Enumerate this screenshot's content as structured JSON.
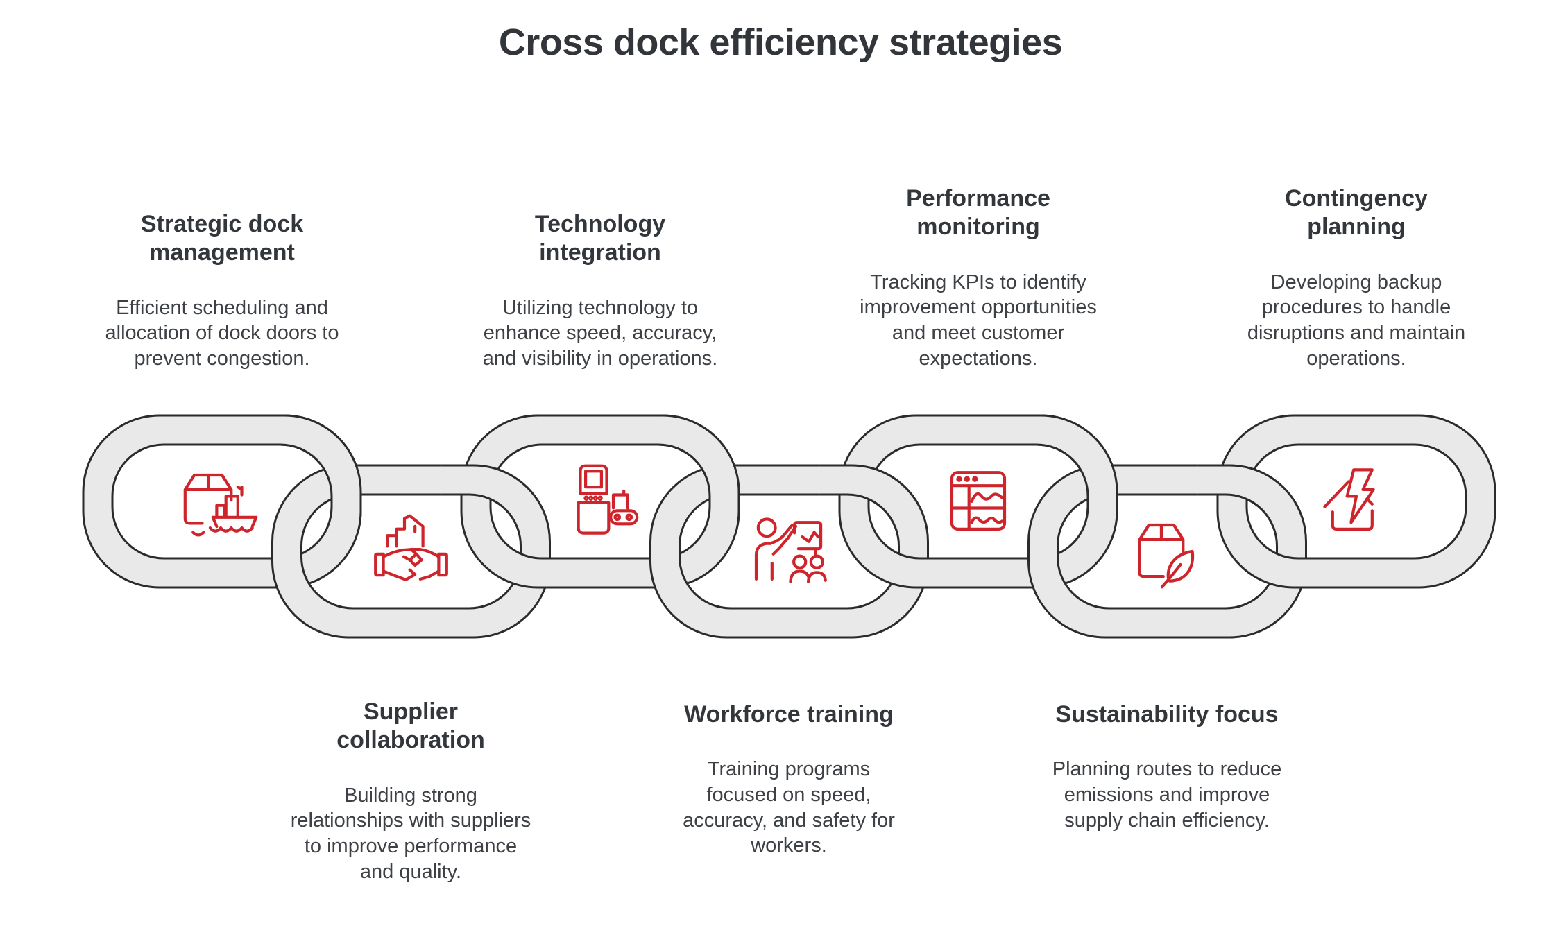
{
  "title": "Cross dock efficiency strategies",
  "colors": {
    "accent_red": "#ce242b",
    "chain_fill": "#e9e9e9",
    "chain_outline": "#2b2b2e",
    "heading_text": "#33373b",
    "body_text": "#3d4145"
  },
  "items": [
    {
      "id": "strategic-dock-management",
      "position": "top",
      "heading": "Strategic dock management",
      "description": "Efficient scheduling and allocation of dock doors to prevent congestion.",
      "icon": "cargo-ship-package-icon"
    },
    {
      "id": "supplier-collaboration",
      "position": "bottom",
      "heading": "Supplier collaboration",
      "description": "Building strong relationships with suppliers to improve performance and quality.",
      "icon": "factory-handshake-icon"
    },
    {
      "id": "technology-integration",
      "position": "top",
      "heading": "Technology integration",
      "description": "Utilizing technology to enhance speed, accuracy, and visibility in operations.",
      "icon": "automation-kiosk-conveyor-icon"
    },
    {
      "id": "workforce-training",
      "position": "bottom",
      "heading": "Workforce training",
      "description": "Training programs focused on speed, accuracy, and safety for workers.",
      "icon": "trainer-presentation-icon"
    },
    {
      "id": "performance-monitoring",
      "position": "top",
      "heading": "Performance monitoring",
      "description": "Tracking KPIs to identify improvement opportunities and meet customer expectations.",
      "icon": "dashboard-charts-icon"
    },
    {
      "id": "sustainability-focus",
      "position": "bottom",
      "heading": "Sustainability focus",
      "description": "Planning routes to reduce emissions and improve supply chain efficiency.",
      "icon": "package-leaf-icon"
    },
    {
      "id": "contingency-planning",
      "position": "top",
      "heading": "Contingency planning",
      "description": "Developing backup procedures to handle disruptions and maintain operations.",
      "icon": "house-lightning-icon"
    }
  ]
}
